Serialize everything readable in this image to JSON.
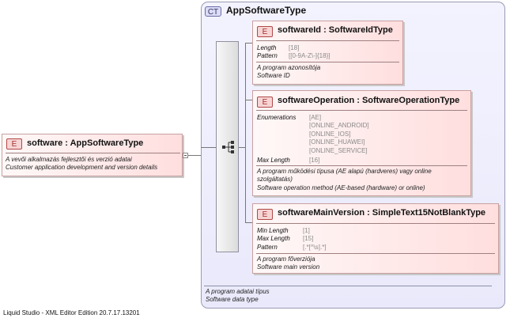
{
  "root_element": {
    "badge": "E",
    "title": "software : AppSoftwareType",
    "doc": [
      "A vevői alkalmazás fejlesztői és verzió adatai",
      "Customer application development and version details"
    ]
  },
  "complex_type": {
    "badge": "CT",
    "title": "AppSoftwareType",
    "doc": [
      "A program adatai típus",
      "Software data type"
    ]
  },
  "children": [
    {
      "badge": "E",
      "title": "softwareId : SoftwareIdType",
      "props": [
        {
          "name": "Length",
          "values": [
            "[18]"
          ]
        },
        {
          "name": "Pattern",
          "values": [
            "[[0-9A-Z\\-]{18}]"
          ]
        }
      ],
      "doc": [
        "A program azonosítója",
        "Software ID"
      ]
    },
    {
      "badge": "E",
      "title": "softwareOperation : SoftwareOperationType",
      "props": [
        {
          "name": "Enumerations",
          "values": [
            "[AE]",
            "[ONLINE_ANDROID]",
            "[ONLINE_IOS]",
            "[ONLINE_HUAWEI]",
            "[ONLINE_SERVICE]"
          ]
        },
        {
          "name": "Max Length",
          "values": [
            "[16]"
          ]
        }
      ],
      "doc": [
        "A program működési típusa (AE alapú (hardveres) vagy online",
        "szolgáltatás)",
        "Software operation method (AE-based (hardware) or online)"
      ]
    },
    {
      "badge": "E",
      "title": "softwareMainVersion : SimpleText15NotBlankType",
      "props": [
        {
          "name": "Min Length",
          "values": [
            "[1]"
          ]
        },
        {
          "name": "Max Length",
          "values": [
            "[15]"
          ]
        },
        {
          "name": "Pattern",
          "values": [
            "[.*[^\\s].*]"
          ]
        }
      ],
      "doc": [
        "A program főverziója",
        "Software main version"
      ]
    }
  ],
  "footer": "Liquid Studio - XML Editor Edition 20.7.17.13201",
  "colors": {
    "element_border": "#c8a0a0",
    "element_fill": "#ffdede",
    "type_fill": "#e9e9fb"
  }
}
